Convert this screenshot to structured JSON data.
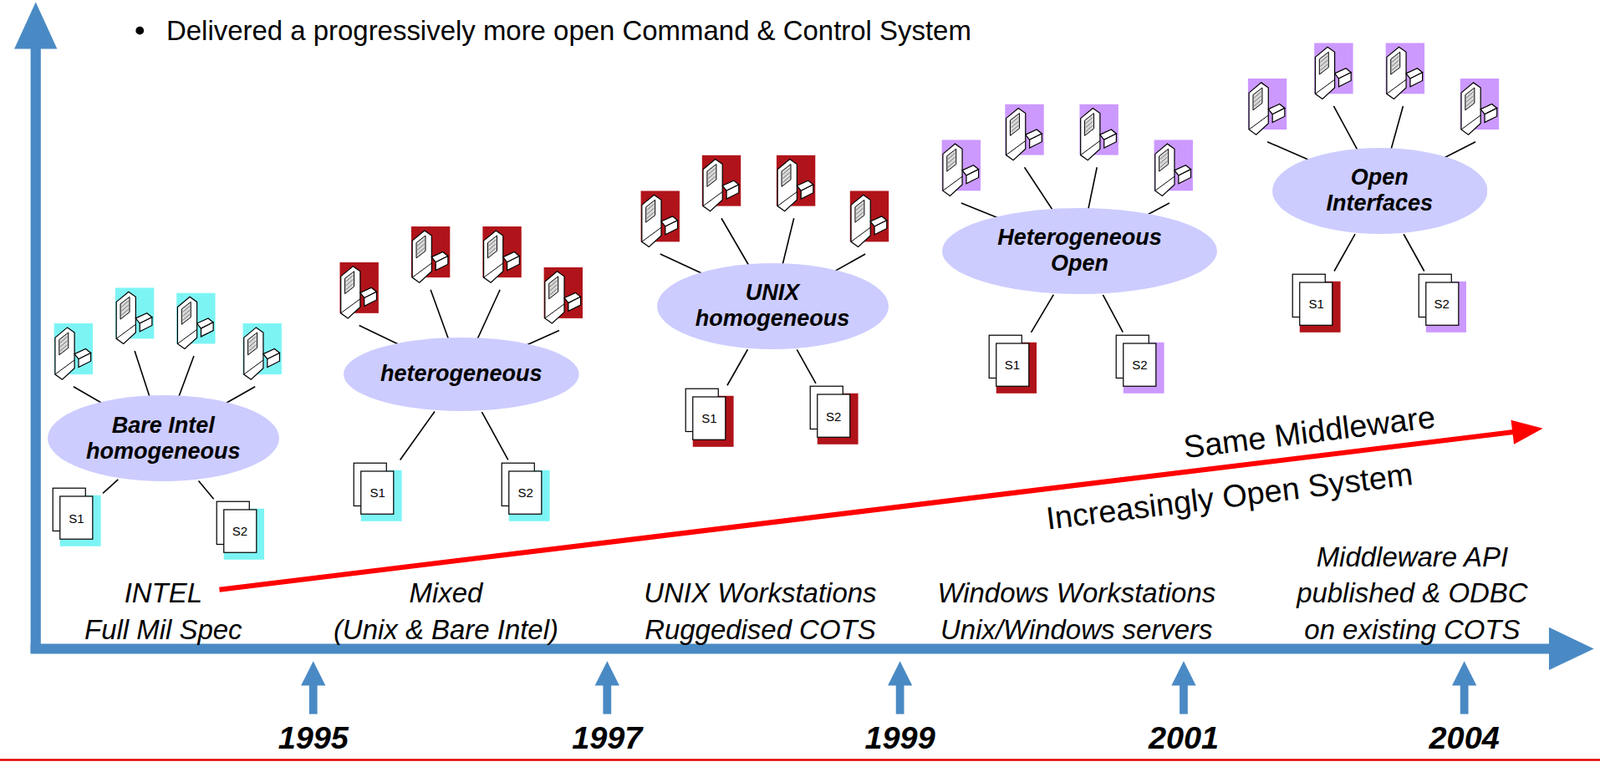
{
  "diagram": {
    "nodes": [
      {
        "text": [
          "Bare Intel homogeneous"
        ]
      },
      {
        "text": [
          "S1"
        ]
      },
      {
        "text": [
          "S2"
        ]
      },
      {
        "text": [
          "heterogeneous"
        ]
      },
      {
        "text": [
          "S1"
        ]
      },
      {
        "text": [
          "S2"
        ]
      },
      {
        "text": [
          "UNIX homogeneous"
        ]
      },
      {
        "text": [
          "S1"
        ]
      },
      {
        "text": [
          "S2"
        ]
      },
      {
        "text": [
          "Heterogeneous Open"
        ]
      },
      {
        "text": [
          "S1"
        ]
      },
      {
        "text": [
          "S2"
        ]
      },
      {
        "text": [
          "Open Interfaces"
        ]
      },
      {
        "text": [
          "S1"
        ]
      },
      {
        "text": [
          "S2"
        ]
      }
    ],
    "edges": [
      {
        "from": 0,
        "to": 1,
        "arrow": "none"
      },
      {
        "from": 0,
        "to": 2,
        "arrow": "none"
      },
      {
        "from": 3,
        "to": 4,
        "arrow": "none"
      },
      {
        "from": 3,
        "to": 5,
        "arrow": "none"
      },
      {
        "from": 6,
        "to": 7,
        "arrow": "none"
      },
      {
        "from": 6,
        "to": 8,
        "arrow": "none"
      },
      {
        "from": 9,
        "to": 10,
        "arrow": "none"
      },
      {
        "from": 9,
        "to": 11,
        "arrow": "none"
      },
      {
        "from": 12,
        "to": 13,
        "arrow": "none"
      },
      {
        "from": 12,
        "to": 14,
        "arrow": "none"
      }
    ],
    "labels": [
      "Delivered a progressively more open Command & Control System",
      "Same Middleware",
      "Increasingly Open System",
      "INTEL",
      "Full Mil Spec",
      "Mixed",
      "(Unix & Bare Intel)",
      "UNIX Workstations",
      "Ruggedised COTS",
      "Windows Workstations",
      "Unix/Windows servers",
      "Middleware API",
      "published & ODBC",
      "on existing COTS",
      "1995",
      "1997",
      "1999",
      "2001",
      "2004"
    ]
  }
}
